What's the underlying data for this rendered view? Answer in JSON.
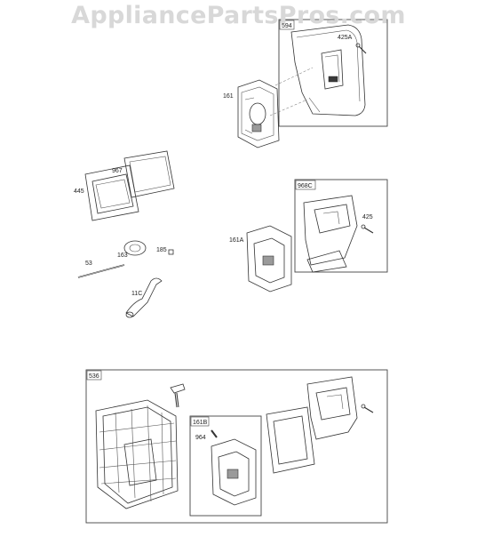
{
  "watermark": "AppliancePartsPros.com",
  "labels": {
    "box_top": "594",
    "p425A": "425A",
    "p161": "161",
    "p967": "967",
    "p445": "445",
    "p163": "163",
    "p185": "185",
    "p53": "53",
    "p11C": "11C",
    "box_mid": "968C",
    "p425": "425",
    "p161A": "161A",
    "box_bottom": "536",
    "box_inner": "161B",
    "p964": "964"
  }
}
